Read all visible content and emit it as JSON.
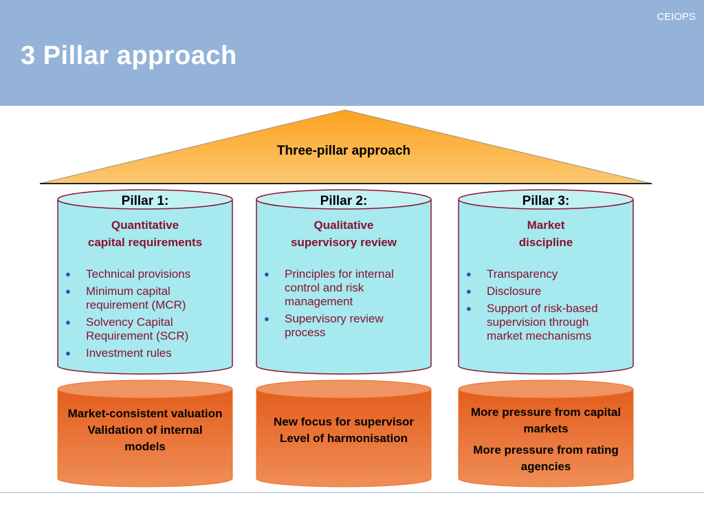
{
  "header": {
    "org": "CEIOPS",
    "title": "3 Pillar approach"
  },
  "roof": {
    "label": "Three-pillar approach"
  },
  "pillars": [
    {
      "title": "Pillar 1:",
      "subtitle": [
        "Quantitative",
        "capital requirements"
      ],
      "bullets": [
        "Technical provisions",
        "Minimum capital requirement (MCR)",
        "Solvency Capital Requirement (SCR)",
        "Investment rules"
      ]
    },
    {
      "title": "Pillar 2:",
      "subtitle": [
        "Qualitative",
        "supervisory review"
      ],
      "bullets": [
        "Principles for internal control and risk management",
        "Supervisory review process"
      ]
    },
    {
      "title": "Pillar 3:",
      "subtitle": [
        "Market",
        "discipline"
      ],
      "bullets": [
        "Transparency",
        "Disclosure",
        "Support of risk-based supervision through market mechanisms"
      ]
    }
  ],
  "bases": [
    {
      "lines": [
        "Market-consistent valuation",
        "Validation of internal models"
      ]
    },
    {
      "lines": [
        "New focus for supervisor",
        "Level of harmonisation"
      ]
    },
    {
      "lines": [
        "More pressure from capital markets",
        "More pressure from rating agencies"
      ]
    }
  ],
  "colors": {
    "header": "#95b3d9",
    "pillar_fill": "#a6e9ee",
    "pillar_stroke": "#8a1030",
    "base_fill": "#e8702a",
    "roof_fill": "#fbbf5a",
    "text_accent": "#8a1030",
    "bullet": "#2b4fa8"
  }
}
